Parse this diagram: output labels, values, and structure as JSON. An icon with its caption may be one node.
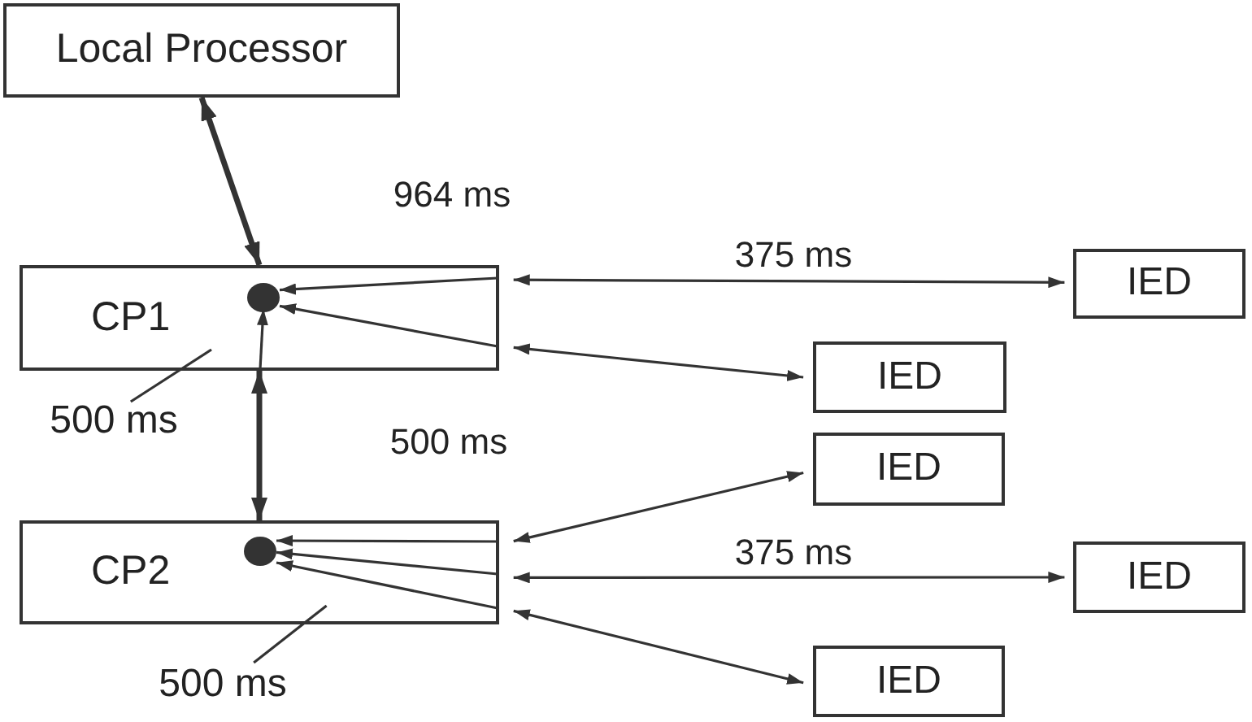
{
  "diagram": {
    "nodes": [
      {
        "text": [
          "Local Processor"
        ]
      },
      {
        "text": [
          "CP1"
        ]
      },
      {
        "text": [],
        "shape": "circle",
        "in": 1
      },
      {
        "text": [
          "CP2"
        ]
      },
      {
        "text": [],
        "shape": "circle",
        "in": 3
      },
      {
        "text": [
          "IED"
        ]
      },
      {
        "text": [
          "IED"
        ]
      },
      {
        "text": [
          "IED"
        ]
      },
      {
        "text": [
          "IED"
        ]
      },
      {
        "text": [
          "IED"
        ]
      },
      {
        "text": [
          "500 ms"
        ]
      },
      {
        "text": [
          "500 ms"
        ]
      }
    ],
    "edges": [
      {
        "from": 0,
        "to": 1,
        "arrow": "both",
        "style": "thick",
        "label": "964 ms"
      },
      {
        "from": 1,
        "to": 3,
        "arrow": "both",
        "style": "thick",
        "label": "500 ms"
      },
      {
        "from": null,
        "to": 2,
        "arrow": "to"
      },
      {
        "from": null,
        "to": 2,
        "arrow": "to"
      },
      {
        "from": null,
        "to": 2,
        "arrow": "to"
      },
      {
        "from": 1,
        "to": 5,
        "arrow": "both",
        "label": "375 ms"
      },
      {
        "from": 1,
        "to": 6,
        "arrow": "both"
      },
      {
        "from": null,
        "to": 4,
        "arrow": "to"
      },
      {
        "from": null,
        "to": 4,
        "arrow": "to"
      },
      {
        "from": null,
        "to": 4,
        "arrow": "to"
      },
      {
        "from": 3,
        "to": 7,
        "arrow": "both"
      },
      {
        "from": 3,
        "to": 8,
        "arrow": "both",
        "label": "375 ms"
      },
      {
        "from": 3,
        "to": 9,
        "arrow": "both"
      },
      {
        "from": 10,
        "to": 1,
        "arrow": "none"
      },
      {
        "from": 11,
        "to": 3,
        "arrow": "none"
      }
    ]
  }
}
